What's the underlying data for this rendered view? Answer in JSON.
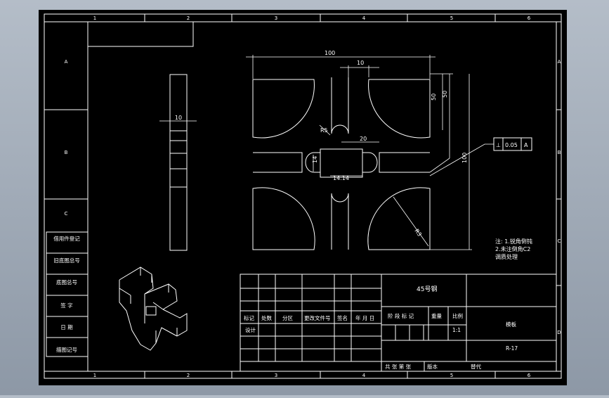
{
  "frame": {
    "col_numbers": [
      "1",
      "2",
      "3",
      "4",
      "5",
      "6"
    ],
    "row_letters_left": [
      "A",
      "B",
      "C"
    ],
    "row_letters_right": [
      "A",
      "B",
      "C",
      "D"
    ]
  },
  "left_strip": {
    "rows": [
      "借用件登记",
      "旧底图总号",
      "底图总号",
      "签 字",
      "日 期",
      "描图记号"
    ]
  },
  "dimensions": {
    "width_total": "100",
    "slot_top": "10",
    "inner_h1": "50",
    "inner_h2": "50",
    "side_strip": "10",
    "radius_small": "R5",
    "inner_w": "20",
    "slot_side": "14",
    "hole": "14.14",
    "total_height": "100",
    "radius_large": "R3"
  },
  "tolerance": {
    "symbol": "⊥",
    "value": "0.05",
    "datum": "A"
  },
  "notes": {
    "line1": "注: 1.锐角倒钝",
    "line2": "2.未注倒角C2",
    "line3": "调质处理"
  },
  "title_block": {
    "material": "45号钢",
    "part_name": "模板",
    "drawing_no": "R-17",
    "scale_value": "1:1",
    "header_row": [
      "标记",
      "处数",
      "分区",
      "更改文件号",
      "签名",
      "年 月 日"
    ],
    "design_label": "设计",
    "stage_label": "阶 段 标 记",
    "weight_label": "重量",
    "scale_label": "比例",
    "sheets_label": "共  张  第  张",
    "version_label": "版本",
    "replace_label": "替代"
  }
}
